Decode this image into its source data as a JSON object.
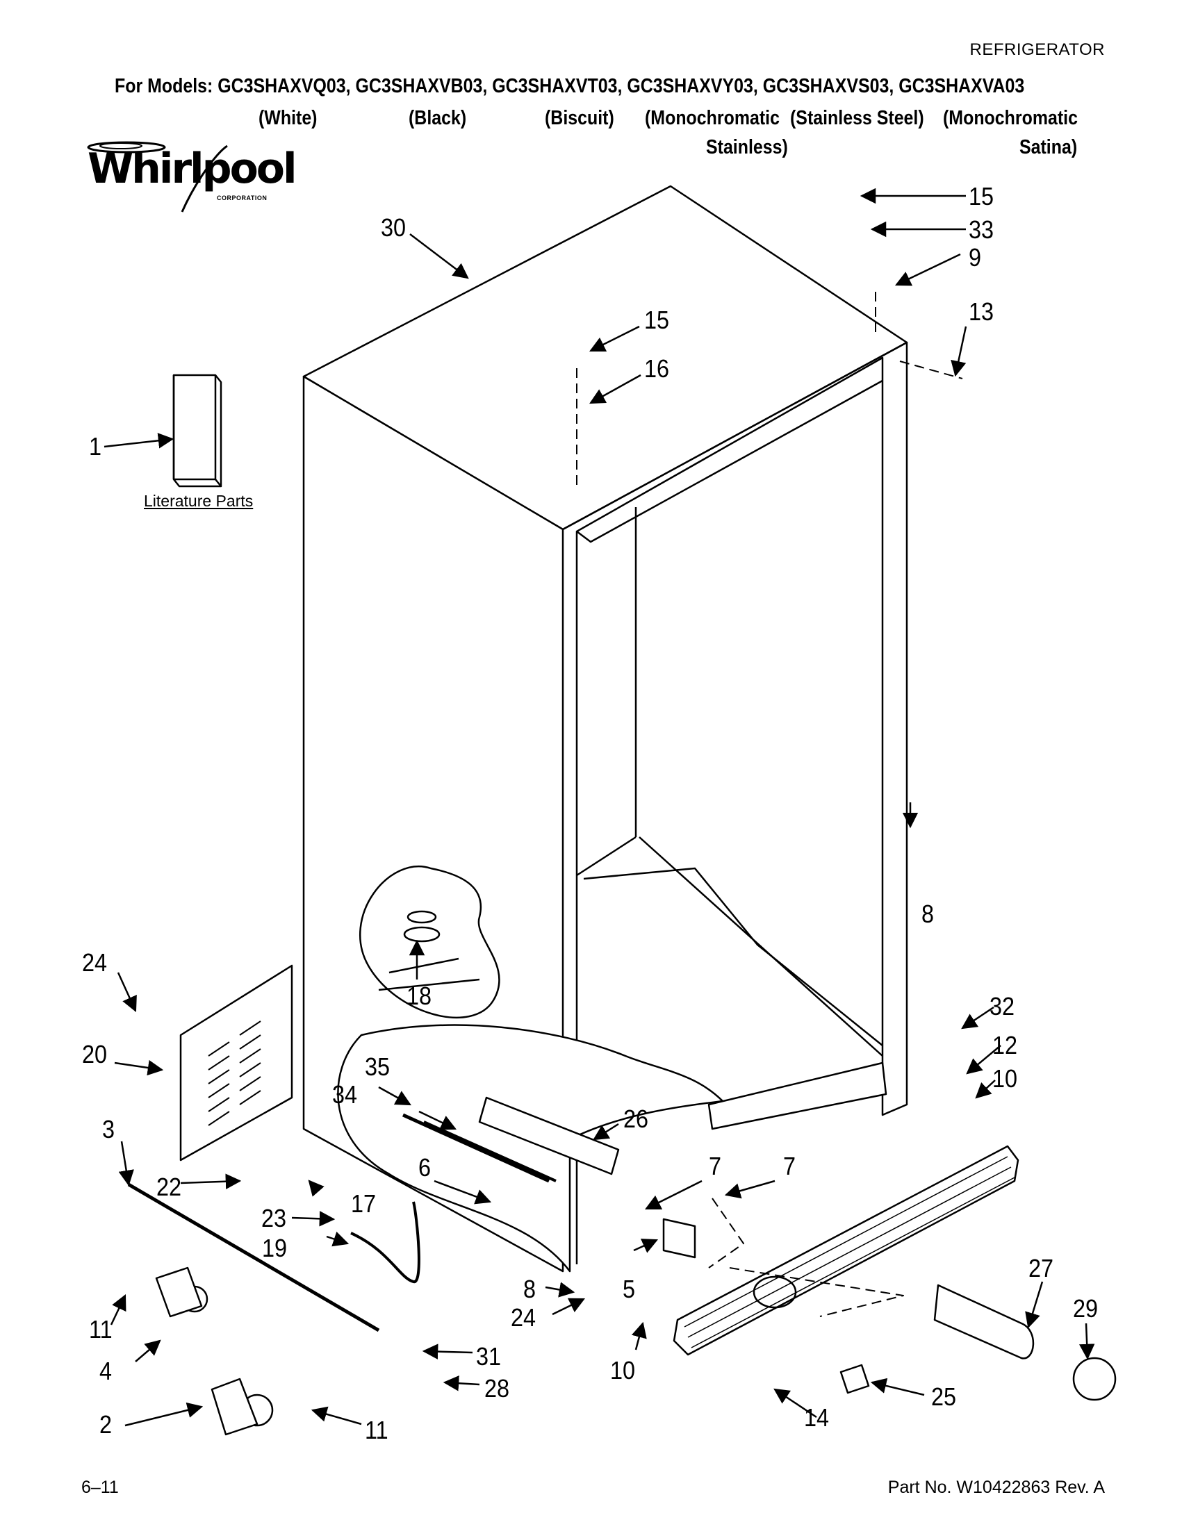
{
  "header": {
    "category": "REFRIGERATOR",
    "models_line": "For Models: GC3SHAXVQ03, GC3SHAXVB03, GC3SHAXVT03, GC3SHAXVY03, GC3SHAXVS03, GC3SHAXVA03",
    "variants": [
      {
        "line1": "(White)",
        "line2": ""
      },
      {
        "line1": "(Black)",
        "line2": ""
      },
      {
        "line1": "(Biscuit)",
        "line2": ""
      },
      {
        "line1": "(Monochromatic",
        "line2": "Stainless)"
      },
      {
        "line1": "(Stainless Steel)",
        "line2": ""
      },
      {
        "line1": "(Monochromatic",
        "line2": "Satina)"
      }
    ]
  },
  "logo": {
    "brand": "Whirlpool",
    "sub": "CORPORATION"
  },
  "literature_label": "Literature Parts",
  "callouts": [
    "1",
    "2",
    "3",
    "4",
    "5",
    "6",
    "7",
    "7",
    "8",
    "8",
    "9",
    "10",
    "10",
    "11",
    "11",
    "12",
    "13",
    "14",
    "15",
    "15",
    "16",
    "17",
    "18",
    "19",
    "20",
    "22",
    "23",
    "24",
    "24",
    "25",
    "26",
    "27",
    "28",
    "29",
    "30",
    "31",
    "32",
    "33",
    "34",
    "35"
  ],
  "footer": {
    "date": "6–11",
    "part_no": "Part No. W10422863 Rev. A"
  }
}
